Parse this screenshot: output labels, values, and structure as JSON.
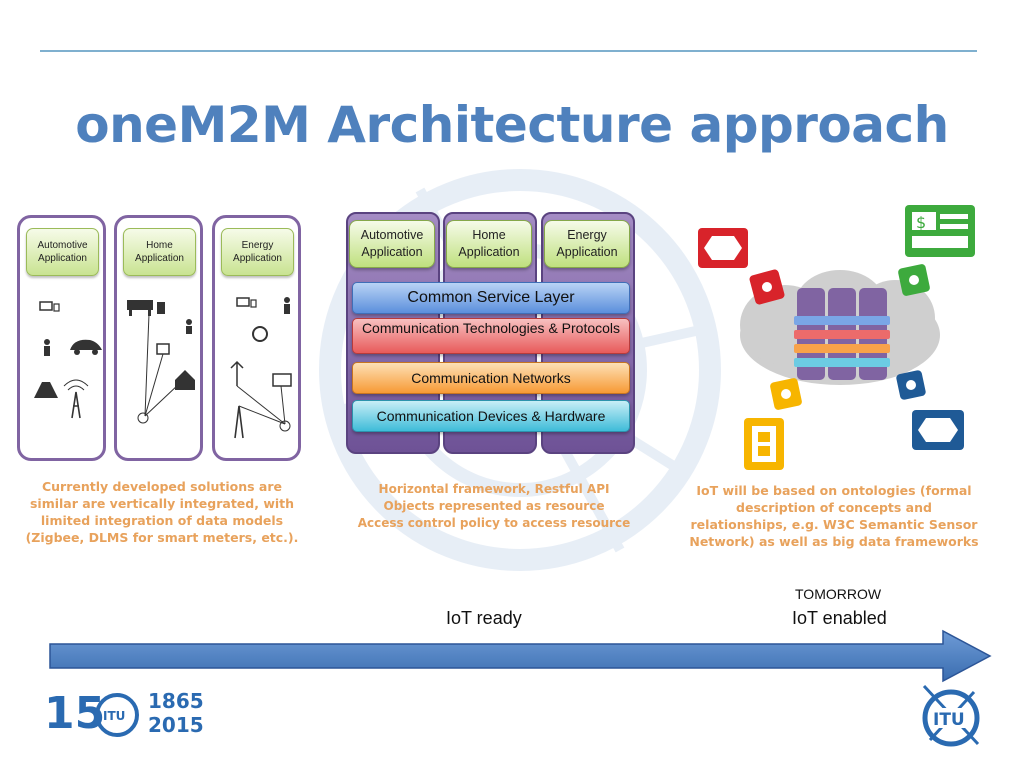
{
  "slide": {
    "title": "oneM2M Architecture approach"
  },
  "left_panel": {
    "apps": [
      {
        "line1": "Automotive",
        "line2": "Application"
      },
      {
        "line1": "Home",
        "line2": "Application"
      },
      {
        "line1": "Energy",
        "line2": "Application"
      }
    ],
    "caption": "Currently developed solutions are similar are vertically integrated, with limited integration of data models (Zigbee, DLMS for smart meters, etc.)."
  },
  "middle_panel": {
    "apps": [
      {
        "line1": "Automotive",
        "line2": "Application"
      },
      {
        "line1": "Home",
        "line2": "Application"
      },
      {
        "line1": "Energy",
        "line2": "Application"
      }
    ],
    "layers": {
      "common_service": "Common Service Layer",
      "comm_tech": "Communication Technologies & Protocols",
      "comm_networks": "Communication Networks",
      "comm_devices": "Communication Devices & Hardware"
    },
    "caption_lines": [
      "Horizontal framework, Restful API",
      "Objects represented as resource",
      "Access control policy to access resource"
    ]
  },
  "right_panel": {
    "caption": "IoT will be based on ontologies (formal description of concepts and relationships, e.g. W3C Semantic Sensor Network) as well as big data frameworks"
  },
  "timeline": {
    "tomorrow": "TOMORROW",
    "iot_ready": "IoT ready",
    "iot_enabled": "IoT enabled"
  },
  "footer": {
    "logo_150": "15",
    "itu": "ITU",
    "year_start": "1865",
    "year_end": "2015"
  },
  "colors": {
    "title": "#4f81bd",
    "caption": "#e8a25c",
    "frame": "#8064a2",
    "arrow": "#4f81bd"
  }
}
